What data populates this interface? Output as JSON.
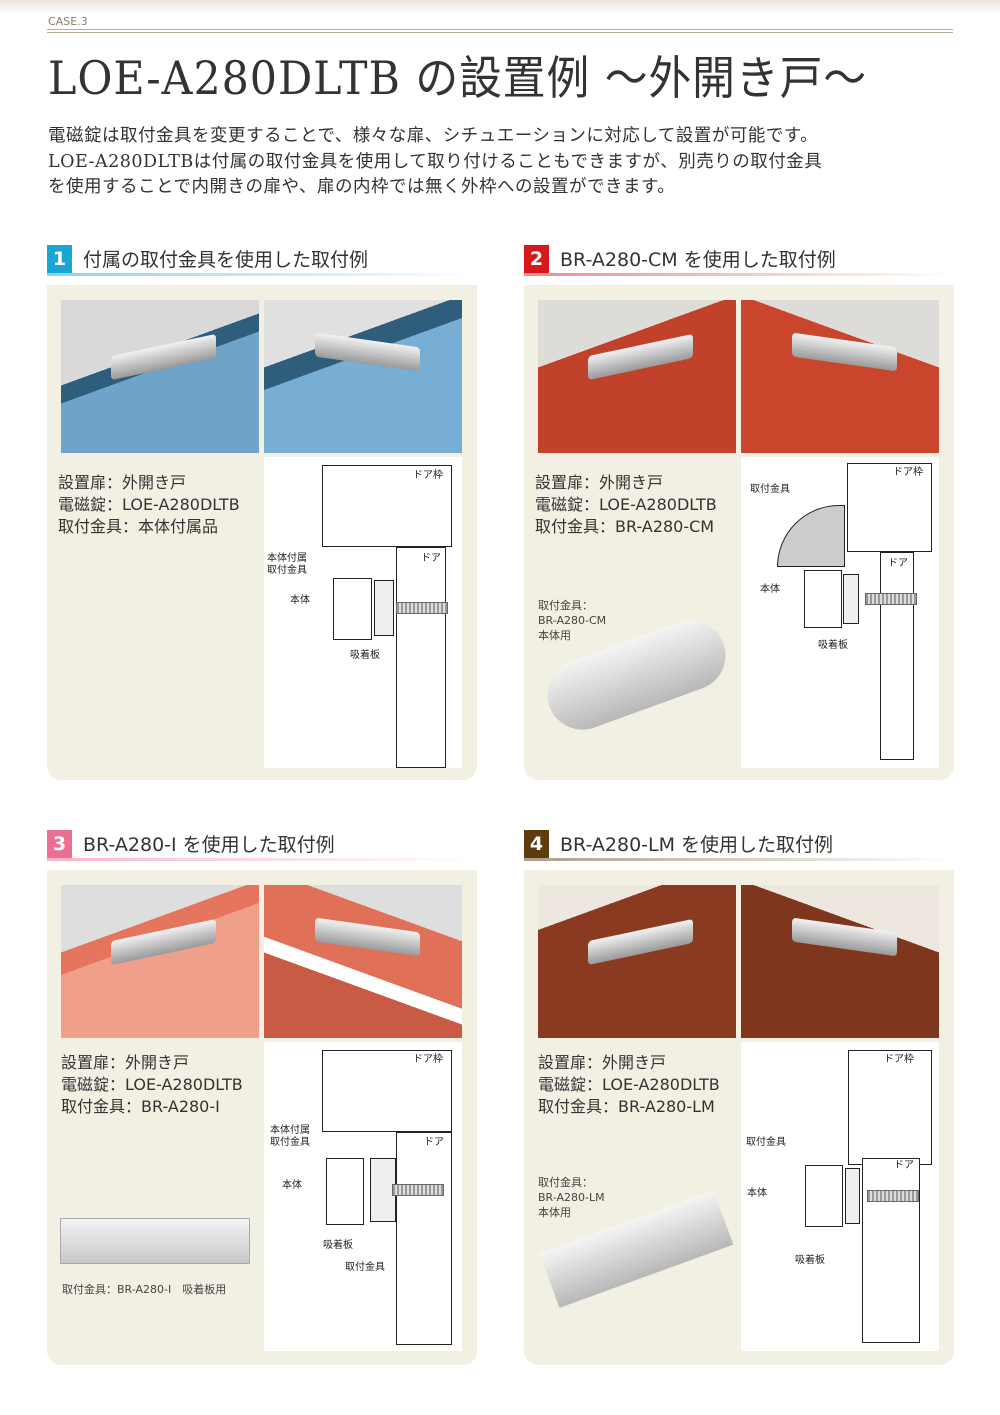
{
  "case_label": "CASE.3",
  "title": "LOE-A280DLTB の設置例 ～外開き戸～",
  "intro": [
    "電磁錠は取付金具を変更することで、様々な扉、シチュエーションに対応して設置が可能です。",
    "LOE-A280DLTBは付属の取付金具を使用して取り付けることもできますが、別売りの取付金具",
    "を使用することで内開きの扉や、扉の内枠では無く外枠への設置ができます。"
  ],
  "sections": [
    {
      "number": "1",
      "title": "付属の取付金具を使用した取付例",
      "color": "#1aa6d4",
      "info": [
        "設置扉：外開き戸",
        "電磁錠：LOE-A280DLTB",
        "取付金具：本体付属品"
      ],
      "labels": {
        "frame": "ドア枠",
        "door": "ドア",
        "bracket": "本体付属\n取付金具",
        "body": "本体",
        "plate": "吸着板"
      }
    },
    {
      "number": "2",
      "title": "BR-A280-CM を使用した取付例",
      "color": "#d7191c",
      "info": [
        "設置扉：外開き戸",
        "電磁錠：LOE-A280DLTB",
        "取付金具：BR-A280-CM"
      ],
      "caption": "取付金具：\nBR-A280-CM\n本体用",
      "labels": {
        "frame": "ドア枠",
        "door": "ドア",
        "bracket": "取付金具",
        "body": "本体",
        "plate": "吸着板"
      }
    },
    {
      "number": "3",
      "title": "BR-A280-I を使用した取付例",
      "color": "#ec6f92",
      "info": [
        "設置扉：外開き戸",
        "電磁錠：LOE-A280DLTB",
        "取付金具：BR-A280-I"
      ],
      "caption": "取付金具：BR-A280-I　吸着板用",
      "labels": {
        "frame": "ドア枠",
        "door": "ドア",
        "bracket": "本体付属\n取付金具",
        "body": "本体",
        "plate": "吸着板",
        "bracket2": "取付金具"
      }
    },
    {
      "number": "4",
      "title": "BR-A280-LM を使用した取付例",
      "color": "#5e3a0c",
      "info": [
        "設置扉：外開き戸",
        "電磁錠：LOE-A280DLTB",
        "取付金具：BR-A280-LM"
      ],
      "caption": "取付金具：\nBR-A280-LM\n本体用",
      "labels": {
        "frame": "ドア枠",
        "door": "ドア",
        "bracket": "取付金具",
        "body": "本体",
        "plate": "吸着板"
      }
    }
  ]
}
